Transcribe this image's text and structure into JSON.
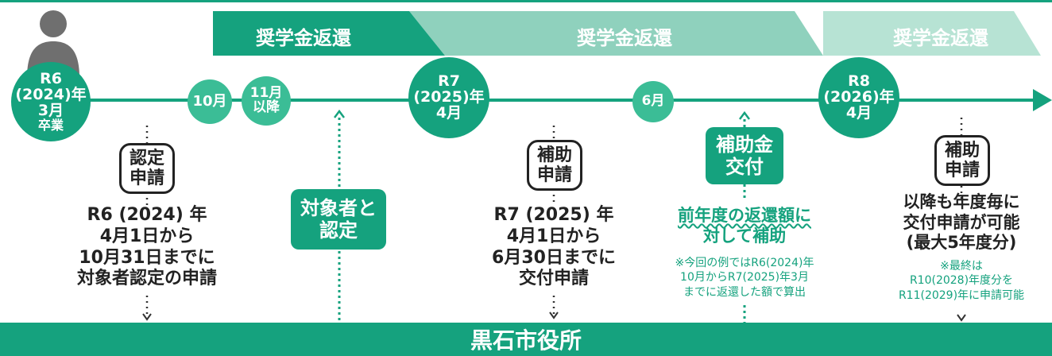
{
  "repayment_band_label": "奨学金返還",
  "graduation": {
    "era": "R6",
    "year": "(2024)年",
    "month": "3月",
    "status": "卒業"
  },
  "milestones": {
    "oct": "10月",
    "nov": [
      "11月",
      "以降"
    ],
    "r7": [
      "R7",
      "(2025)年",
      "4月"
    ],
    "jun": "6月",
    "r8": [
      "R8",
      "(2026)年",
      "4月"
    ]
  },
  "steps": {
    "certification_application": [
      "認定",
      "申請"
    ],
    "subsidy_application_1": [
      "補助",
      "申請"
    ],
    "subsidy_application_2": [
      "補助",
      "申請"
    ],
    "certification": [
      "対象者と",
      "認定"
    ],
    "subsidy_payment": [
      "補助金",
      "交付"
    ]
  },
  "descriptions": {
    "certification_application": [
      "R6 (2024) 年",
      "4月1日から",
      "10月31日までに",
      "対象者認定の申請"
    ],
    "subsidy_application": [
      "R7 (2025) 年",
      "4月1日から",
      "6月30日までに",
      "交付申請"
    ],
    "subsidy_payment": [
      "前年度の返還額に",
      "対して補助"
    ],
    "subsidy_payment_note": [
      "※今回の例ではR6(2024)年",
      "10月からR7(2025)年3月",
      "までに返還した額で算出"
    ],
    "yearly": [
      "以降も年度毎に",
      "交付申請が可能",
      "(最大5年度分)"
    ],
    "yearly_note": [
      "※最終は",
      "R10(2028)年度分を",
      "R11(2029)年に申請可能"
    ]
  },
  "footer": "黒石市役所",
  "colors": {
    "primary": "#15a27e",
    "light": "#8fd1bd",
    "lighter": "#b7e3d4",
    "text": "#222222"
  }
}
